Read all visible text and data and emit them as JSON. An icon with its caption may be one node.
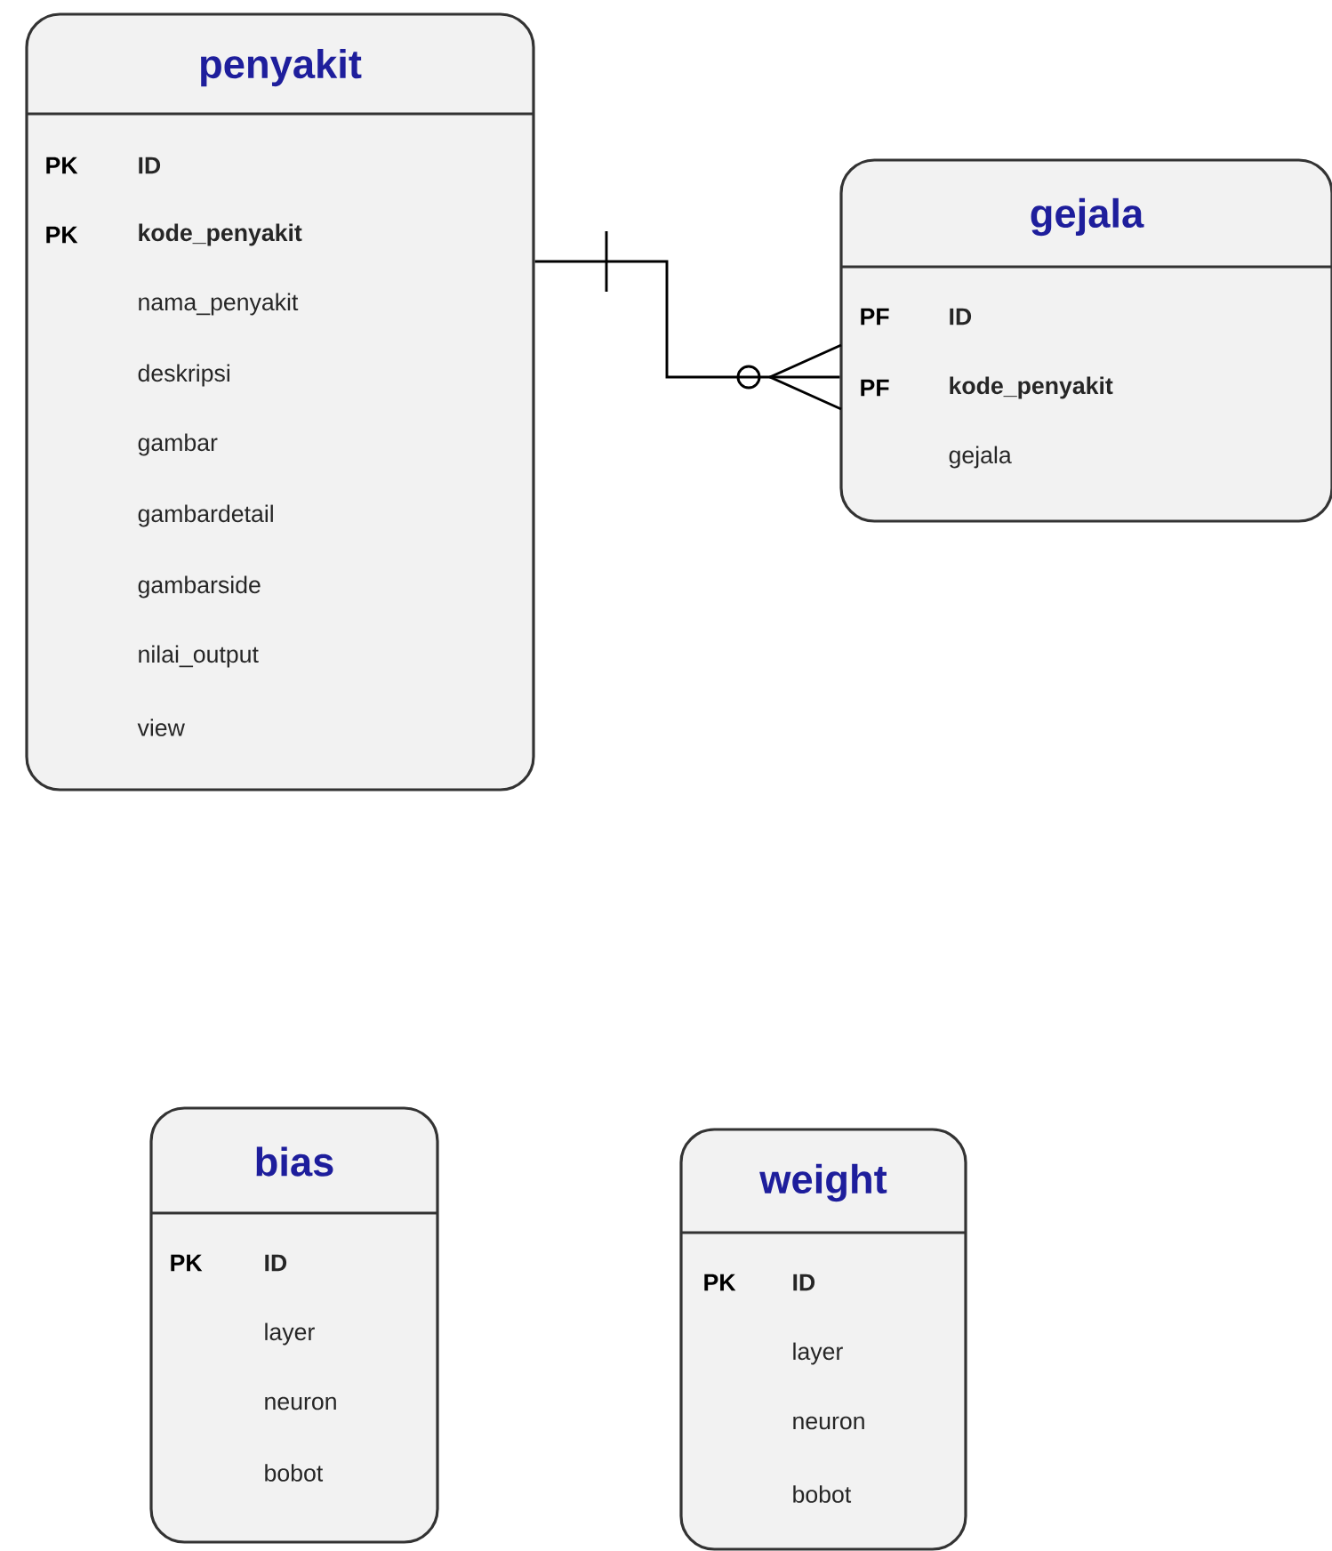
{
  "diagram": {
    "nodes": [
      {
        "text": [
          "penyakit",
          "PK",
          "ID",
          "PK",
          "kode_penyakit",
          "nama_penyakit",
          "deskripsi",
          "gambar",
          "gambardetail",
          "gambarside",
          "nilai_output",
          "view"
        ]
      },
      {
        "text": [
          "gejala",
          "PF",
          "ID",
          "PF",
          "kode_penyakit",
          "gejala"
        ]
      },
      {
        "text": [
          "bias",
          "PK",
          "ID",
          "layer",
          "neuron",
          "bobot"
        ]
      },
      {
        "text": [
          "weight",
          "PK",
          "ID",
          "layer",
          "neuron",
          "bobot"
        ]
      }
    ],
    "edges": [
      {
        "from": 0,
        "to": 1,
        "arrow": "other"
      }
    ]
  }
}
